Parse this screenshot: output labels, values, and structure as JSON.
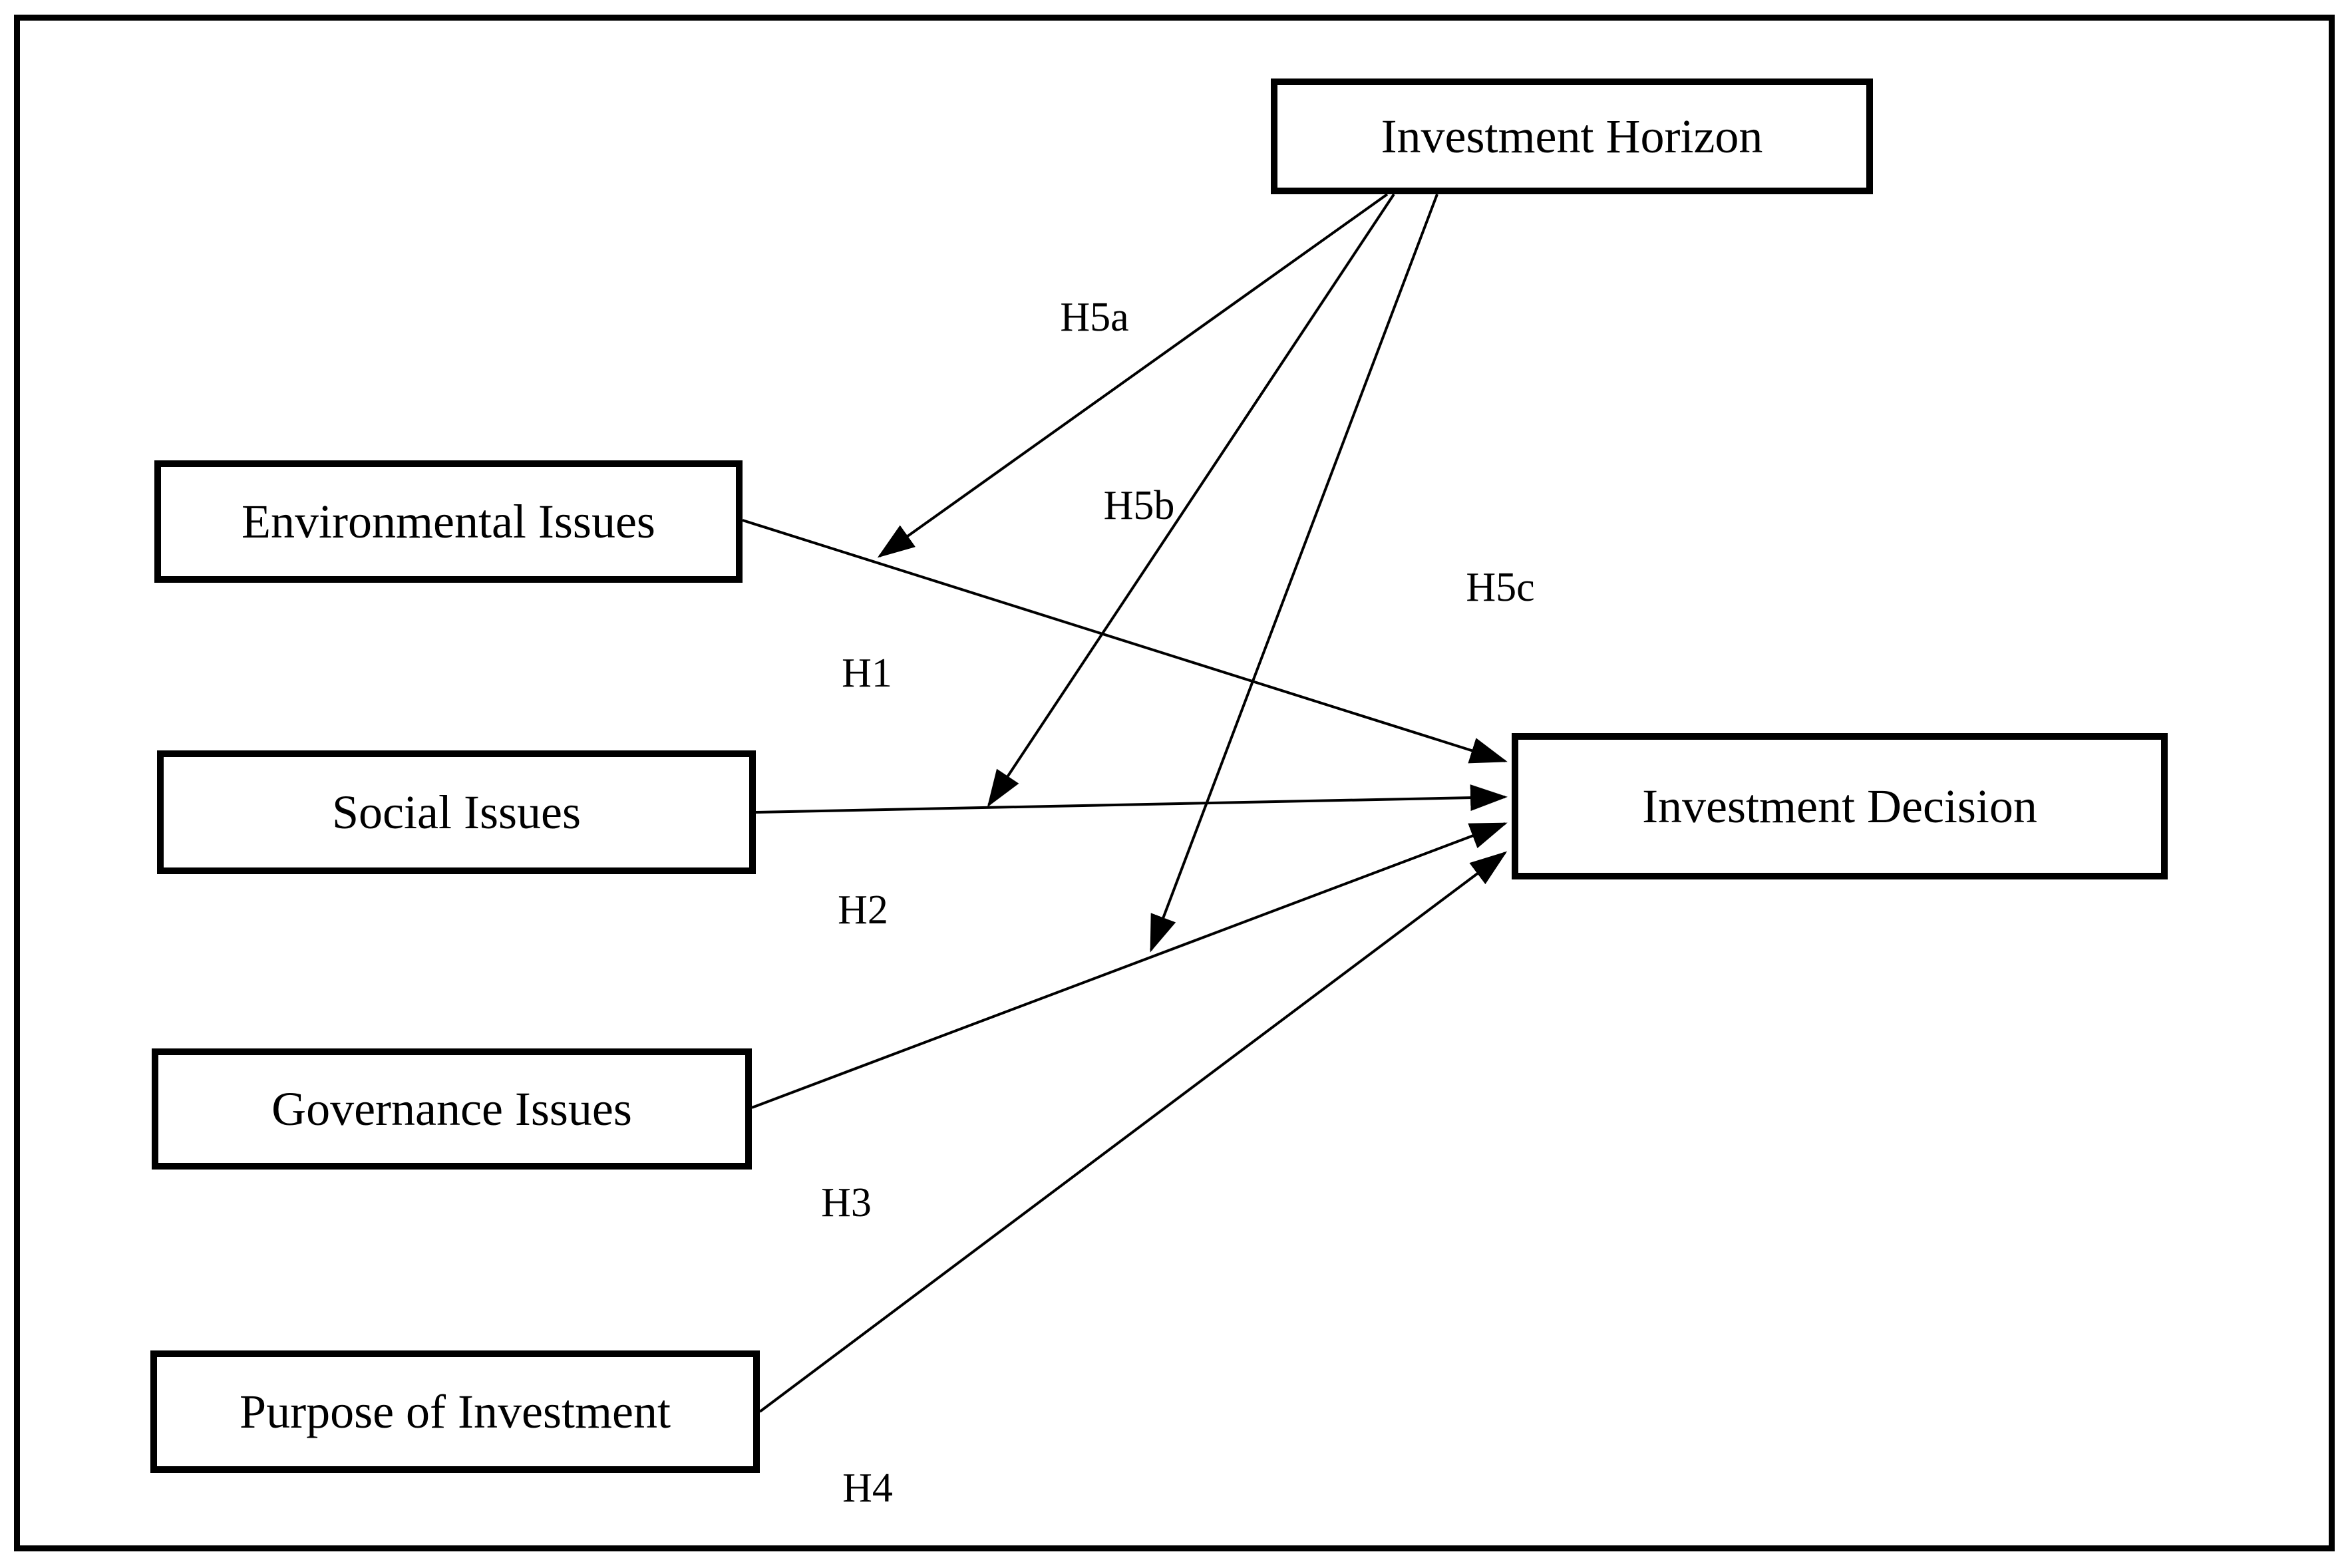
{
  "figure": {
    "background_color": "#ffffff",
    "line_color": "#000000",
    "text_color": "#000000",
    "nodes": [
      {
        "id": "investment-horizon",
        "label": "Investment Horizon"
      },
      {
        "id": "environmental-issues",
        "label": "Environmental Issues"
      },
      {
        "id": "social-issues",
        "label": "Social Issues"
      },
      {
        "id": "governance-issues",
        "label": "Governance Issues"
      },
      {
        "id": "purpose-of-investment",
        "label": "Purpose of Investment"
      },
      {
        "id": "investment-decision",
        "label": "Investment Decision"
      }
    ],
    "edges": [
      {
        "id": "H1",
        "label": "H1",
        "from": "Environmental Issues",
        "to": "Investment Decision"
      },
      {
        "id": "H2",
        "label": "H2",
        "from": "Social Issues",
        "to": "Investment Decision"
      },
      {
        "id": "H3",
        "label": "H3",
        "from": "Governance Issues",
        "to": "Investment Decision"
      },
      {
        "id": "H4",
        "label": "H4",
        "from": "Purpose of Investment",
        "to": "Investment Decision"
      },
      {
        "id": "H5a",
        "label": "H5a",
        "from": "Investment Horizon",
        "to": "H1 path (moderation)"
      },
      {
        "id": "H5b",
        "label": "H5b",
        "from": "Investment Horizon",
        "to": "H2 path (moderation)"
      },
      {
        "id": "H5c",
        "label": "H5c",
        "from": "Investment Horizon",
        "to": "H3 path (moderation)"
      }
    ]
  }
}
